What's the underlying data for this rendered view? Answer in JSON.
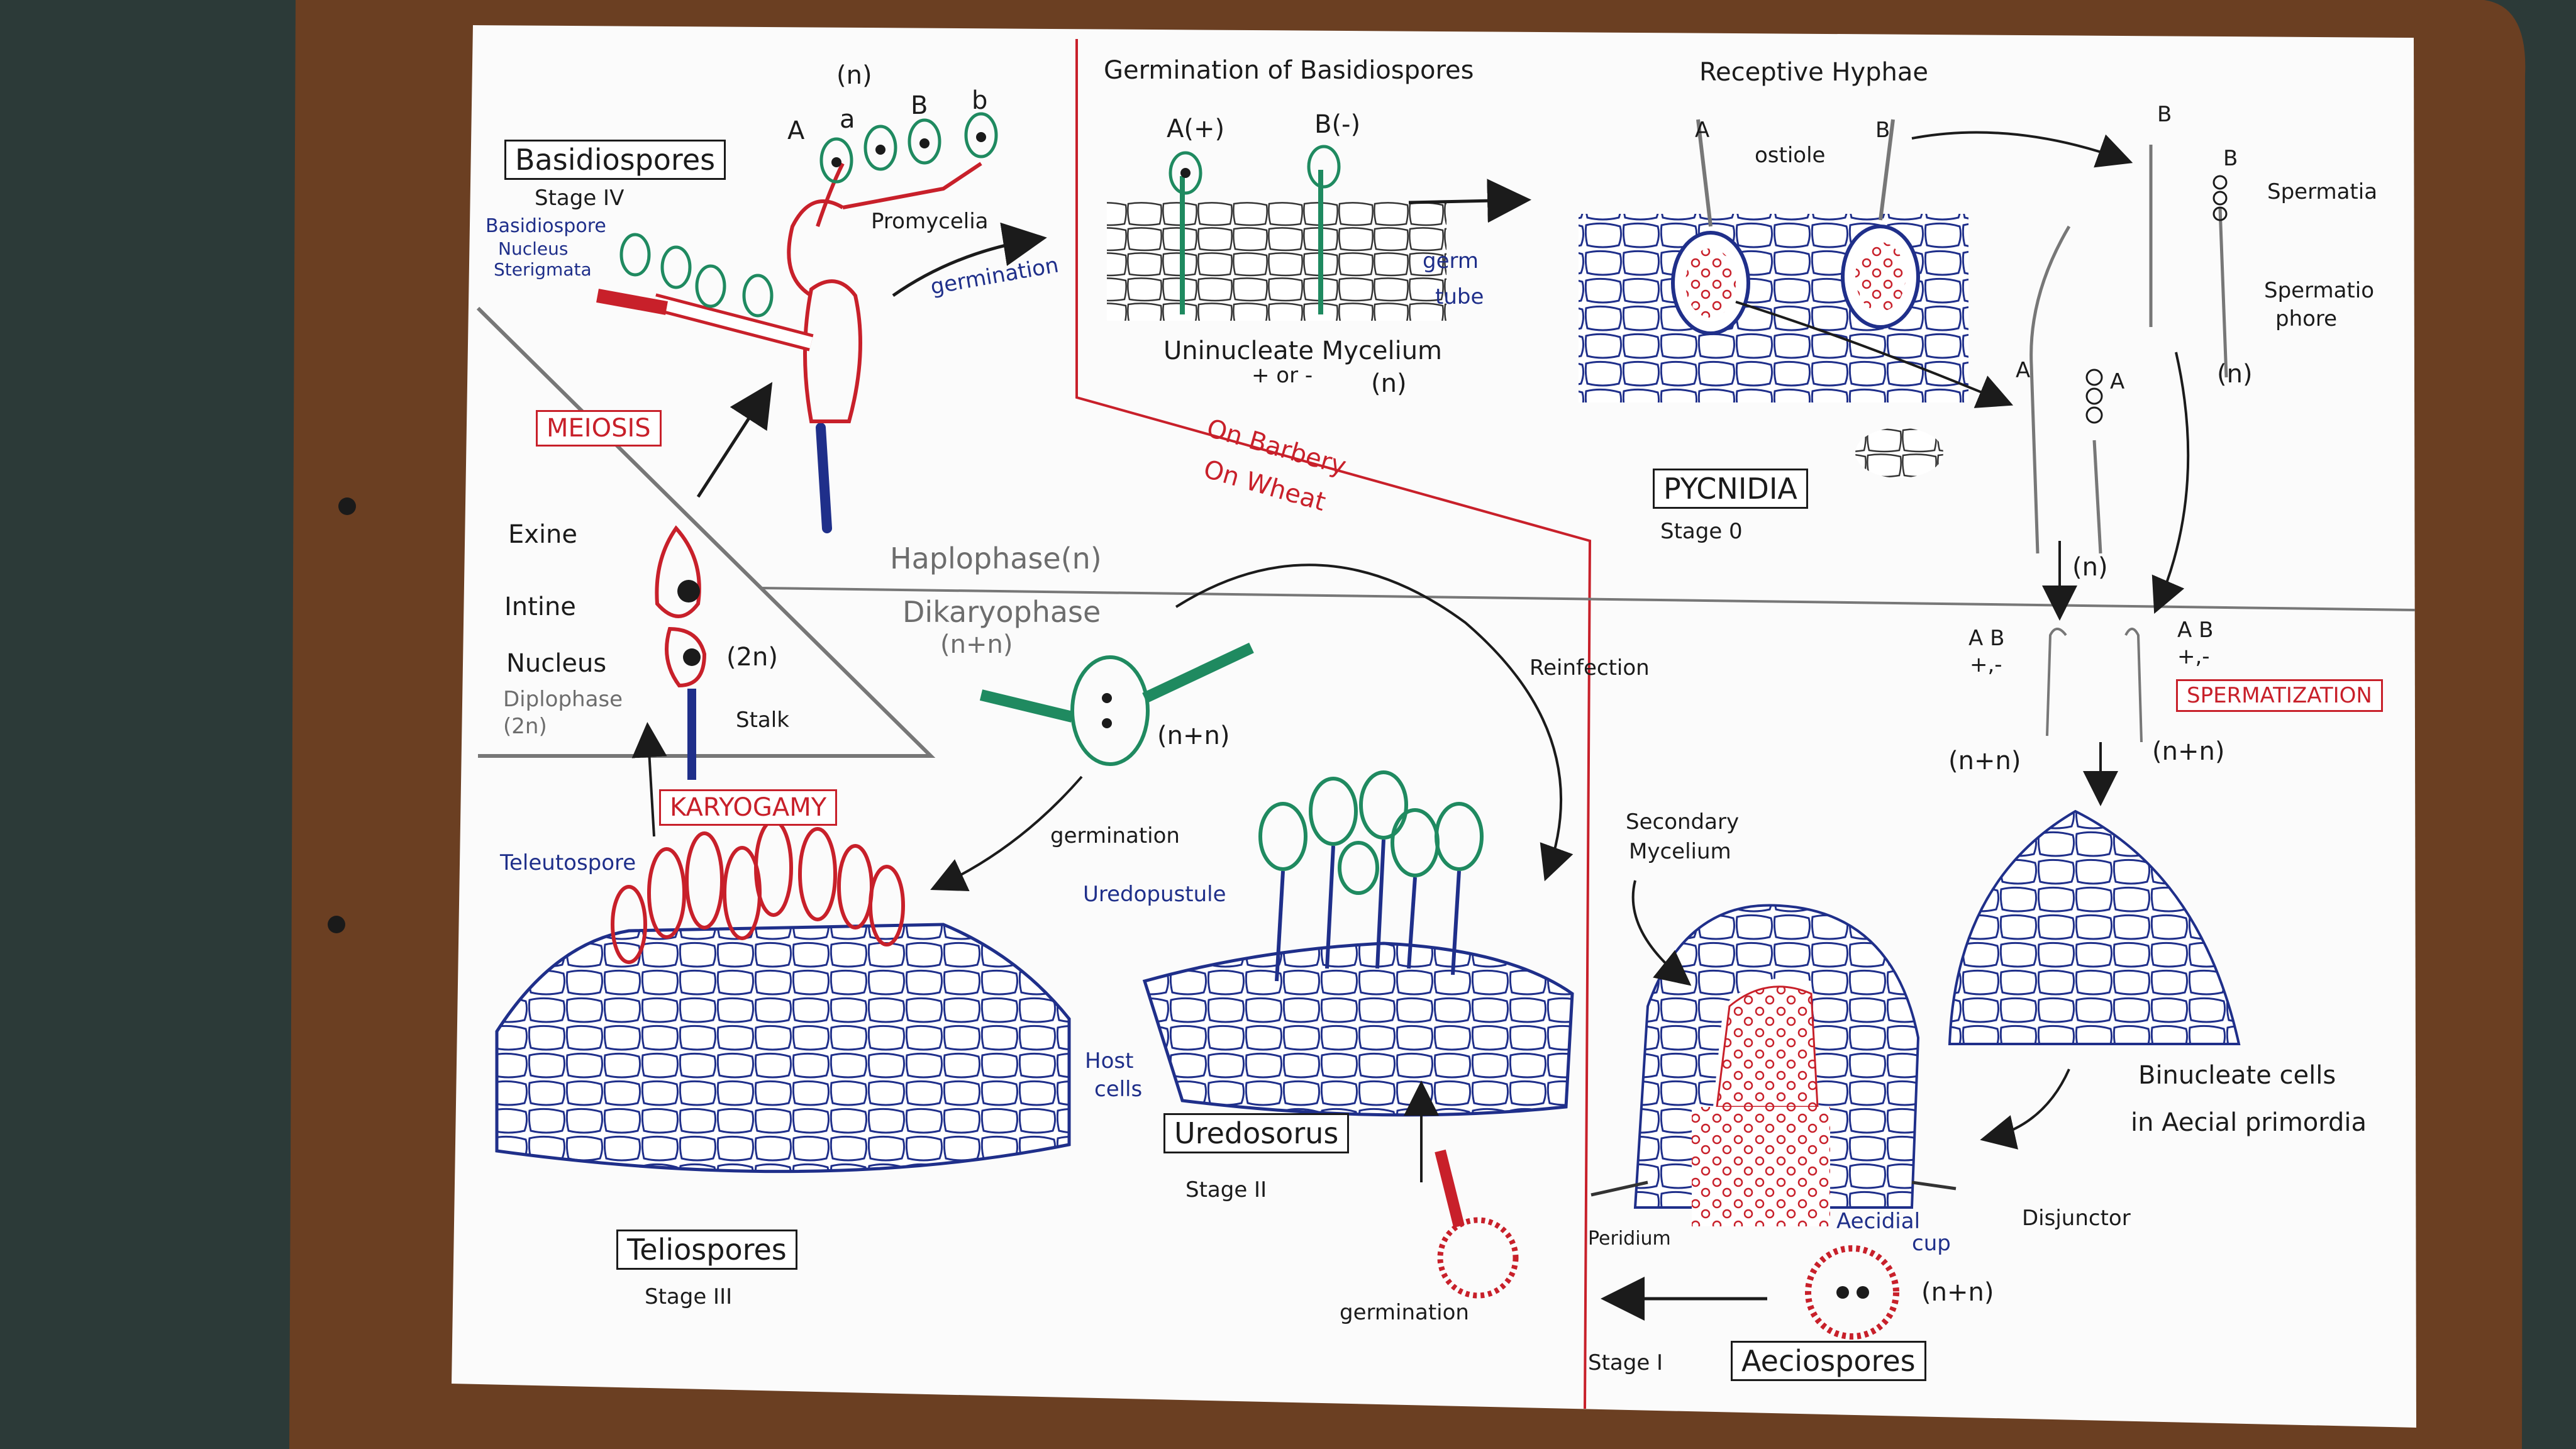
{
  "colors": {
    "ink_black": "#1b1b1b",
    "ink_blue": "#1f2f8a",
    "ink_red": "#c8202a",
    "ink_green": "#1f8a60",
    "paper": "#ffffff",
    "board": "#6b3f22"
  },
  "diagram": {
    "top_left": {
      "ploidy_n": "(n)",
      "allele_A": "A",
      "allele_a": "a",
      "allele_B": "B",
      "allele_b": "b",
      "basidiospores_title": "Basidiospores",
      "stage_IV": "Stage IV",
      "label_basidiospore": "Basidiospore",
      "label_nucleus": "Nucleus",
      "label_sterigmata": "Sterigmata",
      "promycelia": "Promycelia",
      "germination": "germination",
      "meiosis": "MEIOSIS"
    },
    "teliospore_structure": {
      "exine": "Exine",
      "intine": "Intine",
      "nucleus": "Nucleus",
      "diploid": "(2n)",
      "diplophase": "Diplophase",
      "diplophase_2n": "(2n)",
      "stalk": "Stalk"
    },
    "germination_basidiospores": {
      "title": "Germination of Basidiospores",
      "allele_A_plus": "A(+)",
      "allele_B_minus": "B(-)",
      "germ": "germ",
      "tube": "tube",
      "uninucleate": "Uninucleate Mycelium",
      "plus_or_minus": "+ or -",
      "ploidy_n": "(n)"
    },
    "barberry_wheat": {
      "on_barbery": "On Barbery",
      "on_wheat": "On Wheat"
    },
    "pycnidia": {
      "receptive_hyphae": "Receptive Hyphae",
      "ostiole": "ostiole",
      "A": "A",
      "B": "B",
      "pycnidia_title": "PYCNIDIA",
      "stage_0": "Stage 0"
    },
    "spermatia": {
      "B_top": "B",
      "B_second": "B",
      "spermatia": "Spermatia",
      "spermatiophore_1": "Spermatio",
      "spermatiophore_2": "phore",
      "A_left": "A",
      "A_right": "A",
      "ploidy_n_right": "(n)",
      "ploidy_n_bottom": "(n)"
    },
    "phases": {
      "haplophase": "Haplophase(n)",
      "dikaryophase": "Dikaryophase",
      "dikaryophase_nn": "(n+n)"
    },
    "uredospore_germ": {
      "nn": "(n+n)",
      "reinfection": "Reinfection",
      "germination": "germination"
    },
    "spermatization": {
      "AB_left": "A B",
      "pm_left": "+,-",
      "AB_right": "A B",
      "pm_right": "+,-",
      "nn_left": "(n+n)",
      "nn_right": "(n+n)",
      "title": "SPERMATIZATION"
    },
    "karyogamy": {
      "title": "KARYOGAMY",
      "teleutospore": "Teleutospore"
    },
    "uredosorus": {
      "uredopustule": "Uredopustule",
      "host": "Host",
      "cells": "cells",
      "title": "Uredosorus",
      "stage_II": "Stage II"
    },
    "teliospores": {
      "title": "Teliospores",
      "stage_III": "Stage III"
    },
    "aecium": {
      "secondary": "Secondary",
      "mycelium": "Mycelium",
      "peridium": "Peridium",
      "aecidial": "Aecidial",
      "cup": "cup",
      "disjunctor": "Disjunctor",
      "binucleate_1": "Binucleate cells",
      "binucleate_2": "in Aecial primordia"
    },
    "aeciospores": {
      "nn": "(n+n)",
      "stage_I": "Stage I",
      "title": "Aeciospores"
    },
    "bottom": {
      "germination": "germination"
    }
  }
}
